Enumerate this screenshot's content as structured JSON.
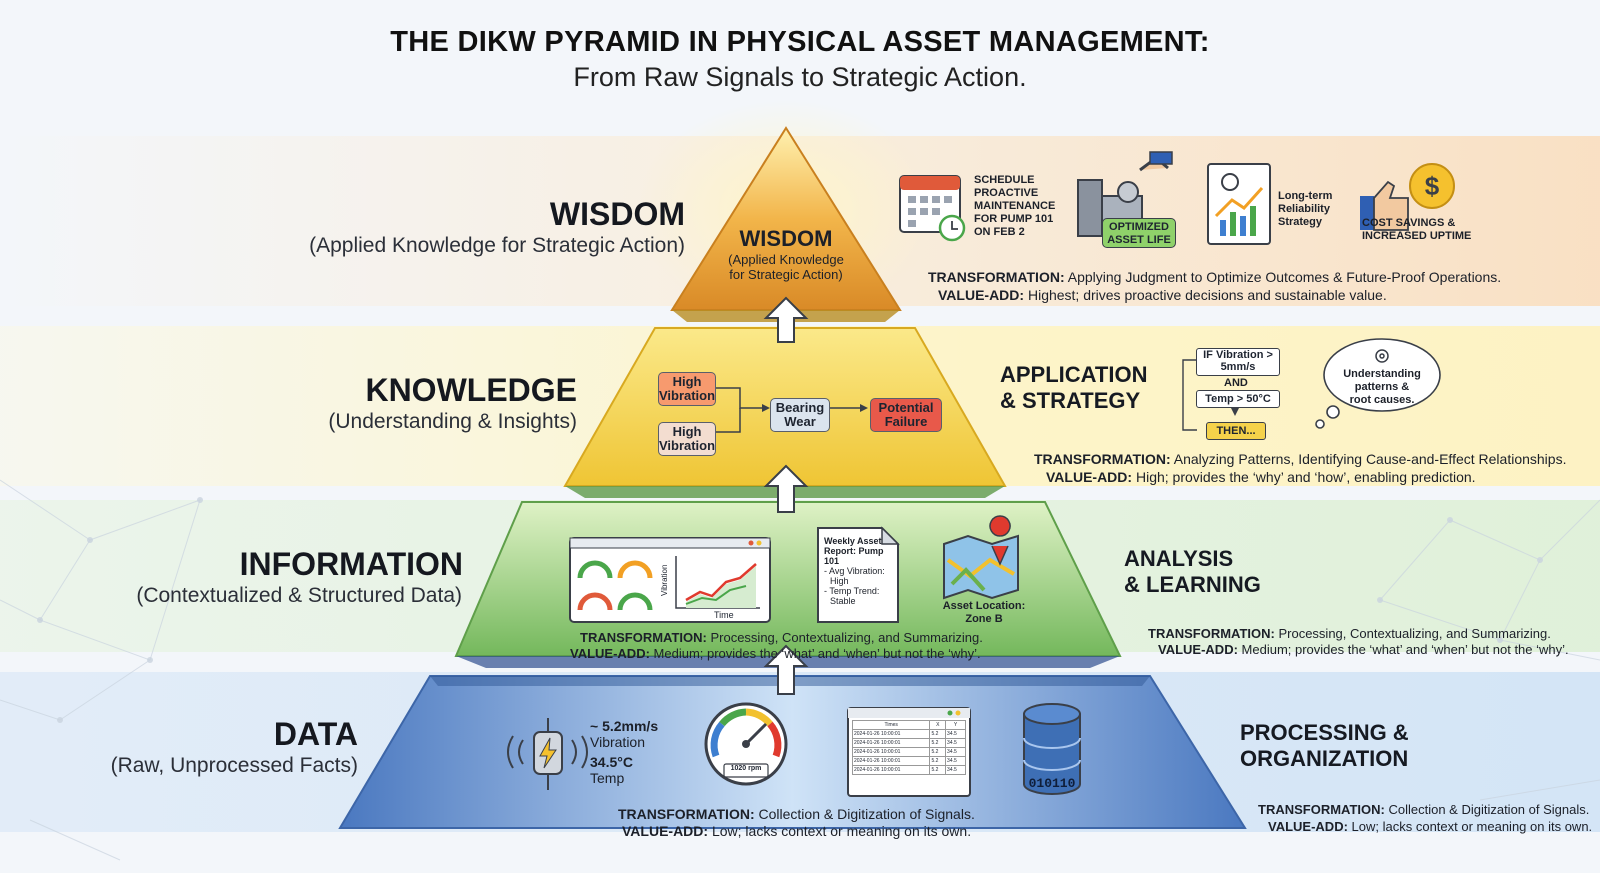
{
  "title": "THE DIKW PYRAMID IN PHYSICAL ASSET MANAGEMENT:",
  "subtitle": "From Raw Signals to Strategic Action.",
  "colors": {
    "wisdom": "#e8a53a",
    "knowledge": "#f2cf3f",
    "information": "#7fbf66",
    "data": "#4f7fc4",
    "background": "#f3f6fa"
  },
  "levels": {
    "wisdom": {
      "name": "WISDOM",
      "subtitle": "(Applied Knowledge for Strategic Action)",
      "inner_name": "WISDOM",
      "inner_sub_1": "(Applied Knowledge",
      "inner_sub_2": "for Strategic Action)",
      "items": {
        "schedule_1": "SCHEDULE",
        "schedule_2": "PROACTIVE",
        "schedule_3": "MAINTENANCE",
        "schedule_4": "FOR PUMP 101",
        "schedule_5": "ON FEB 2",
        "optimized_1": "OPTIMIZED",
        "optimized_2": "ASSET LIFE",
        "longterm_1": "Long-term",
        "longterm_2": "Reliability",
        "longterm_3": "Strategy",
        "cost_1": "COST SAVINGS &",
        "cost_2": "INCREASED UPTIME"
      },
      "transformation_label": "TRANSFORMATION:",
      "transformation": " Applying Judgment to Optimize Outcomes & Future-Proof Operations.",
      "value_label": "VALUE-ADD:",
      "value": " Highest; drives proactive decisions and sustainable value."
    },
    "knowledge": {
      "name": "KNOWLEDGE",
      "subtitle": "(Understanding & Insights)",
      "side_title_1": "APPLICATION",
      "side_title_2": "& STRATEGY",
      "flow": {
        "high_vib_1": "High",
        "high_vib_2": "Vibration",
        "high_vib2_1": "High",
        "high_vib2_2": "Vibration",
        "bearing_1": "Bearing",
        "bearing_2": "Wear",
        "failure_1": "Potential",
        "failure_2": "Failure"
      },
      "rule": {
        "if_1": "IF Vibration >",
        "if_2": "5mm/s",
        "and": "AND",
        "temp": "Temp > 50°C",
        "then": "THEN..."
      },
      "cloud_1": "Understanding",
      "cloud_2": "patterns &",
      "cloud_3": "root causes.",
      "transformation_label": "TRANSFORMATION:",
      "transformation": " Analyzing Patterns, Identifying Cause-and-Effect Relationships.",
      "value_label": "VALUE-ADD:",
      "value": " High; provides the ‘why’ and ‘how’, enabling prediction."
    },
    "information": {
      "name": "INFORMATION",
      "subtitle": "(Contextualized & Structured Data)",
      "side_title_1": "ANALYSIS",
      "side_title_2": "& LEARNING",
      "chart_ylabel": "Vibration",
      "chart_xlabel": "Time",
      "report": {
        "l1": "Weekly Asset",
        "l2": "Report: Pump",
        "l3": "101",
        "l4": "- Avg Vibration:",
        "l5": "High",
        "l6": "- Temp Trend:",
        "l7": "Stable"
      },
      "location_1": "Asset Location:",
      "location_2": "Zone B",
      "inner_transformation_label": "TRANSFORMATION:",
      "inner_transformation": " Processing, Contextualizing, and Summarizing.",
      "inner_value_label": "VALUE-ADD:",
      "inner_value": " Medium; provides the ‘what’ and ‘when’ but not the ‘why’.",
      "transformation_label": "TRANSFORMATION:",
      "transformation": " Processing, Contextualizing, and Summarizing.",
      "value_label": "VALUE-ADD:",
      "value": " Medium; provides the ‘what’ and ‘when’ but not the ‘why’."
    },
    "data": {
      "name": "DATA",
      "subtitle": "(Raw, Unprocessed Facts)",
      "side_title_1": "PROCESSING &",
      "side_title_2": "ORGANIZATION",
      "sensor_1": "~ 5.2mm/s",
      "sensor_2": "Vibration",
      "sensor_3": "34.5°C",
      "sensor_4": "Temp",
      "gauge": "1020 rpm",
      "table_header": [
        "Times",
        "X",
        "Y"
      ],
      "table_rows": [
        [
          "2024-01-26 10:00:01",
          "5.2",
          "34.5"
        ],
        [
          "2024-01-26 10:00:01",
          "5.2",
          "34.5"
        ],
        [
          "2024-01-26 10:00:01",
          "5.2",
          "34.5"
        ],
        [
          "2024-01-26 10:00:01",
          "5.2",
          "34.5"
        ],
        [
          "2024-01-26 10:00:01",
          "5.2",
          "34.5"
        ]
      ],
      "db_text": "010110",
      "inner_transformation_label": "TRANSFORMATION:",
      "inner_transformation": " Collection & Digitization of Signals.",
      "inner_value_label": "VALUE-ADD:",
      "inner_value": " Low; lacks context or meaning on its own.",
      "transformation_label": "TRANSFORMATION:",
      "transformation": " Collection & Digitization of Signals.",
      "value_label": "VALUE-ADD:",
      "value": " Low; lacks context or meaning on its own."
    }
  }
}
